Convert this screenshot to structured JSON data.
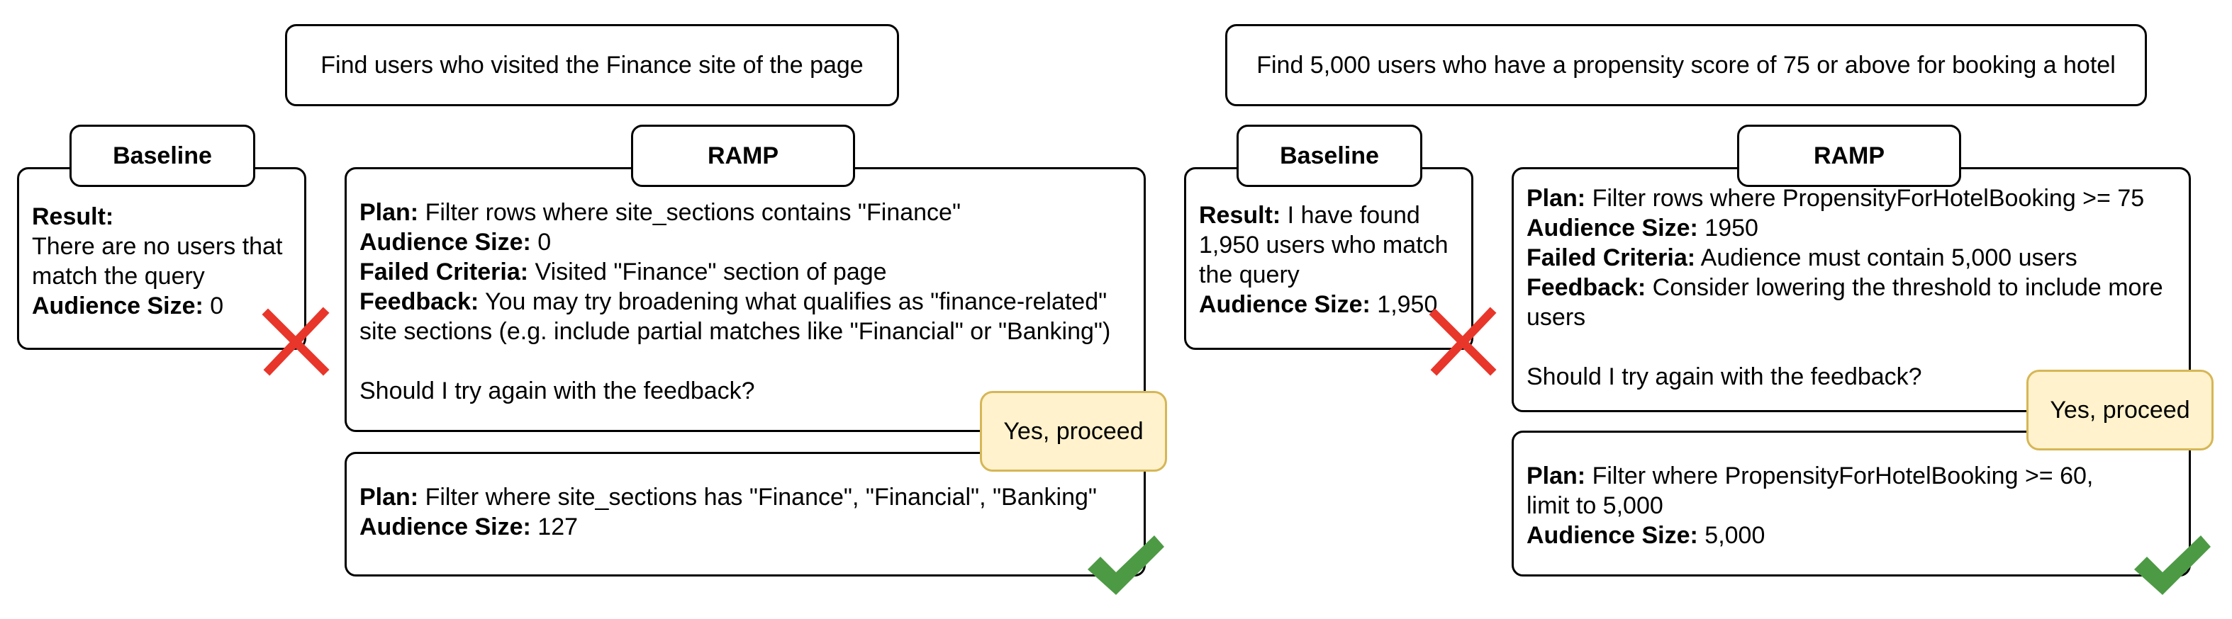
{
  "colors": {
    "cross": "#e8362a",
    "check": "#4d9a45",
    "bubble_fill": "#fff2cc",
    "bubble_border": "#d6b656"
  },
  "left": {
    "query": "Find users who visited the Finance site of the page",
    "baseline": {
      "tag": "Baseline",
      "result_label": "Result:",
      "result_line1": "There are no users that",
      "result_line2": "match the query",
      "size_label": "Audience Size:",
      "size_value": " 0",
      "mark": "cross-icon"
    },
    "ramp": {
      "tag": "RAMP",
      "plan_label": "Plan:",
      "plan_text": " Filter rows where site_sections contains \"Finance\"",
      "size_label": "Audience Size:",
      "size_value": " 0",
      "failed_label": "Failed Criteria:",
      "failed_text": " Visited \"Finance\" section of page",
      "feedback_label": "Feedback:",
      "feedback_text1": " You may try broadening what qualifies as \"finance-related\"",
      "feedback_text2": "site sections (e.g. include partial matches like \"Financial\" or \"Banking\")",
      "question": "Should I try again with the feedback?",
      "reply": "Yes, proceed",
      "retry_plan_label": "Plan:",
      "retry_plan_text": " Filter where site_sections has \"Finance\", \"Financial\", \"Banking\"",
      "retry_size_label": "Audience Size:",
      "retry_size_value": " 127",
      "mark": "check-icon"
    }
  },
  "right": {
    "query": "Find 5,000 users who have a propensity score of 75 or above for booking a hotel",
    "baseline": {
      "tag": "Baseline",
      "result_label": "Result:",
      "result_text1": " I have found",
      "result_line2": "1,950 users who match",
      "result_line3": "the query",
      "size_label": "Audience Size:",
      "size_value": " 1,950",
      "mark": "cross-icon"
    },
    "ramp": {
      "tag": "RAMP",
      "plan_label": "Plan:",
      "plan_text": " Filter rows where PropensityForHotelBooking >= 75",
      "size_label": "Audience Size:",
      "size_value": " 1950",
      "failed_label": "Failed Criteria:",
      "failed_text": " Audience must contain 5,000 users",
      "feedback_label": "Feedback:",
      "feedback_text1": " Consider lowering the threshold to include more",
      "feedback_text2": "users",
      "question": "Should I try again with the feedback?",
      "reply": "Yes, proceed",
      "retry_plan_label": "Plan:",
      "retry_plan_text1": " Filter where PropensityForHotelBooking >= 60,",
      "retry_plan_text2": "limit to 5,000",
      "retry_size_label": "Audience Size:",
      "retry_size_value": " 5,000",
      "mark": "check-icon"
    }
  }
}
